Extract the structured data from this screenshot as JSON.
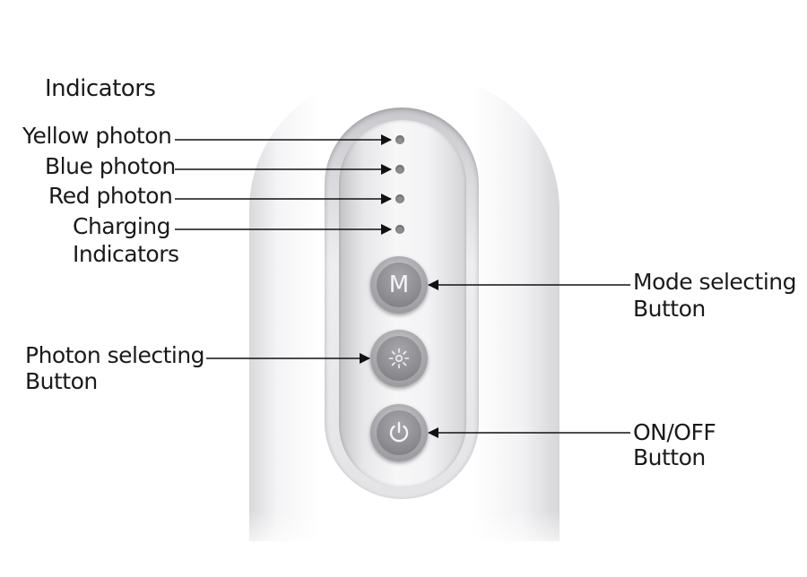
{
  "heading": "Indicators",
  "indicators": [
    {
      "label": "Yellow photon"
    },
    {
      "label": "Blue photon"
    },
    {
      "label": "Red photon"
    },
    {
      "label_line1": "Charging",
      "label_line2": "Indicators"
    }
  ],
  "buttons": {
    "mode": {
      "symbol": "M",
      "label_line1": "Mode selecting",
      "label_line2": "Button"
    },
    "photon": {
      "icon": "sun-icon",
      "label_line1": "Photon selecting",
      "label_line2": "Button"
    },
    "power": {
      "icon": "power-icon",
      "label_line1": "ON/OFF",
      "label_line2": "Button"
    }
  }
}
